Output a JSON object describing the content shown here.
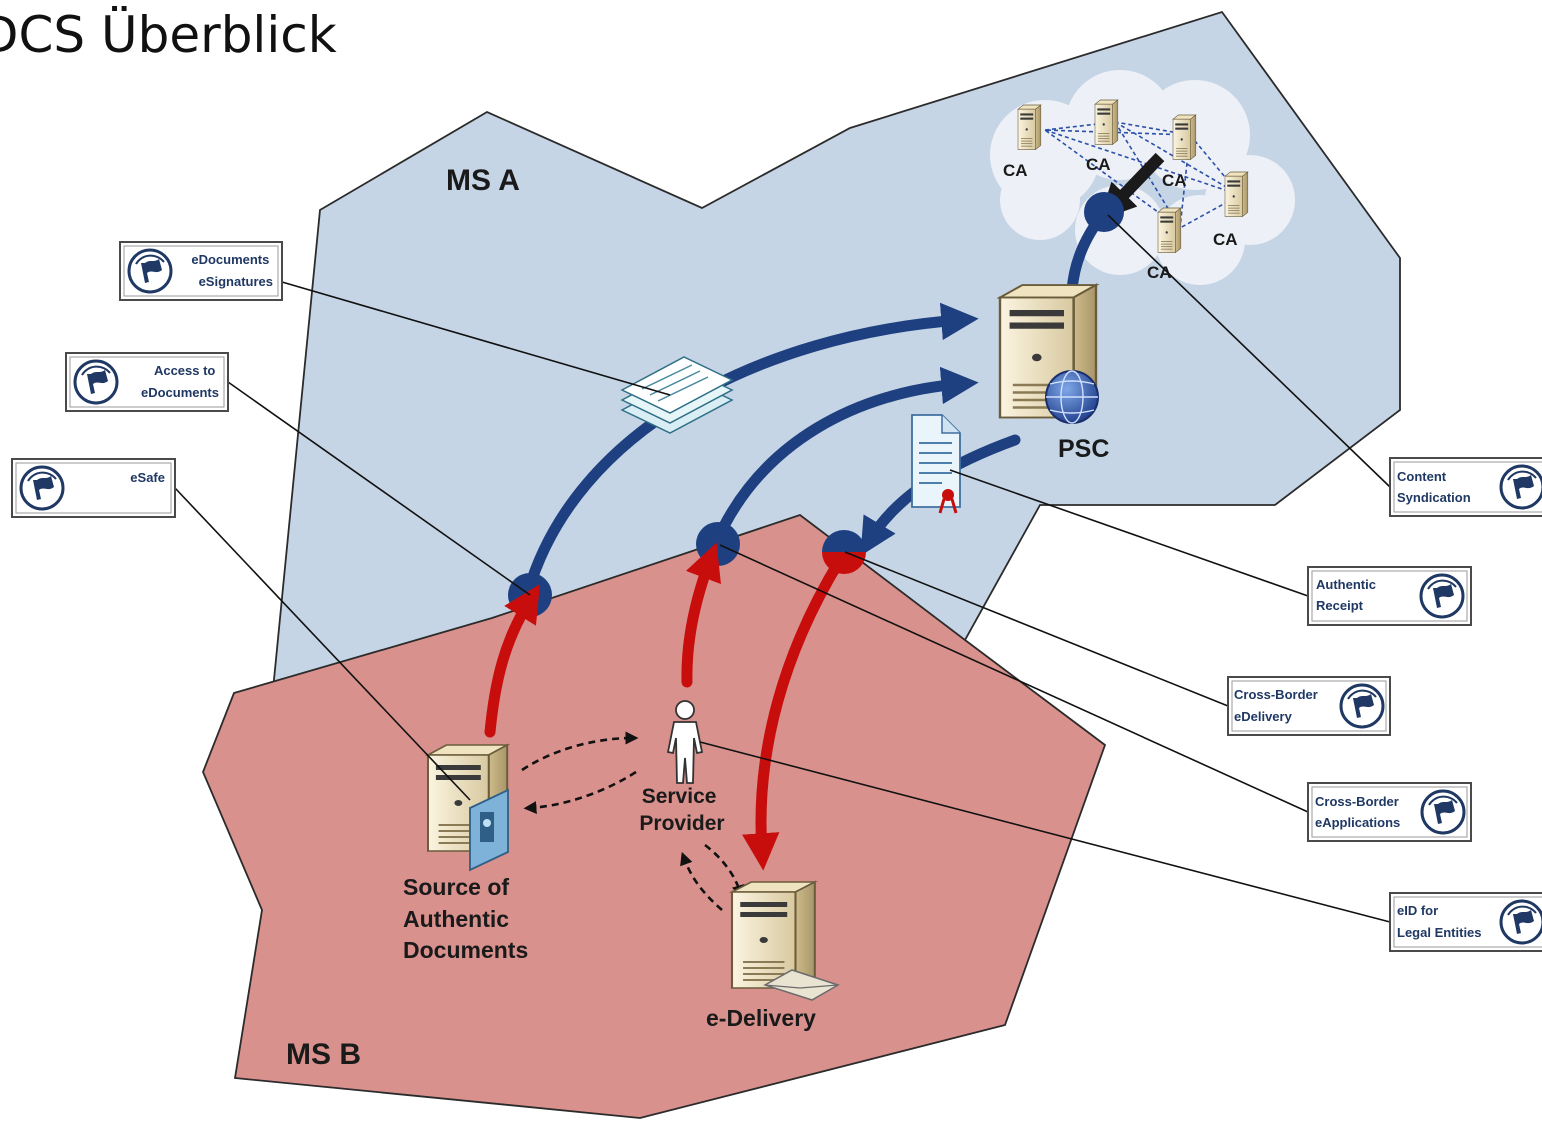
{
  "title": "DCS Überblick",
  "regions": {
    "ms_a": "MS A",
    "ms_b": "MS B"
  },
  "nodes": {
    "psc": "PSC",
    "service_provider": [
      "Service",
      "Provider"
    ],
    "source": [
      "Source of",
      "Authentic",
      "Documents"
    ],
    "edelivery": "e-Delivery",
    "ca_labels": [
      "CA",
      "CA",
      "CA",
      "CA",
      "CA"
    ]
  },
  "tags": {
    "edocuments": [
      "eDocuments",
      "eSignatures"
    ],
    "access": [
      "Access to",
      "eDocuments"
    ],
    "esafe": [
      "eSafe"
    ],
    "content": [
      "Content",
      "Syndication"
    ],
    "receipt": [
      "Authentic",
      "Receipt"
    ],
    "cb_edelivery": [
      "Cross-Border",
      "eDelivery"
    ],
    "cb_eapplications": [
      "Cross-Border",
      "eApplications"
    ],
    "eid": [
      "eID for",
      "Legal Entities"
    ]
  },
  "icons": {
    "tag_logo": "peps-flag-logo-icon",
    "server": "server-icon",
    "person": "person-icon",
    "documents": "document-stack-icon",
    "receipt": "certificate-icon"
  },
  "colors": {
    "ms_a_fill": "#c5d5e6",
    "ms_b_fill": "#d9918d",
    "flow_blue": "#1f4080",
    "flow_red": "#c80d0d"
  }
}
